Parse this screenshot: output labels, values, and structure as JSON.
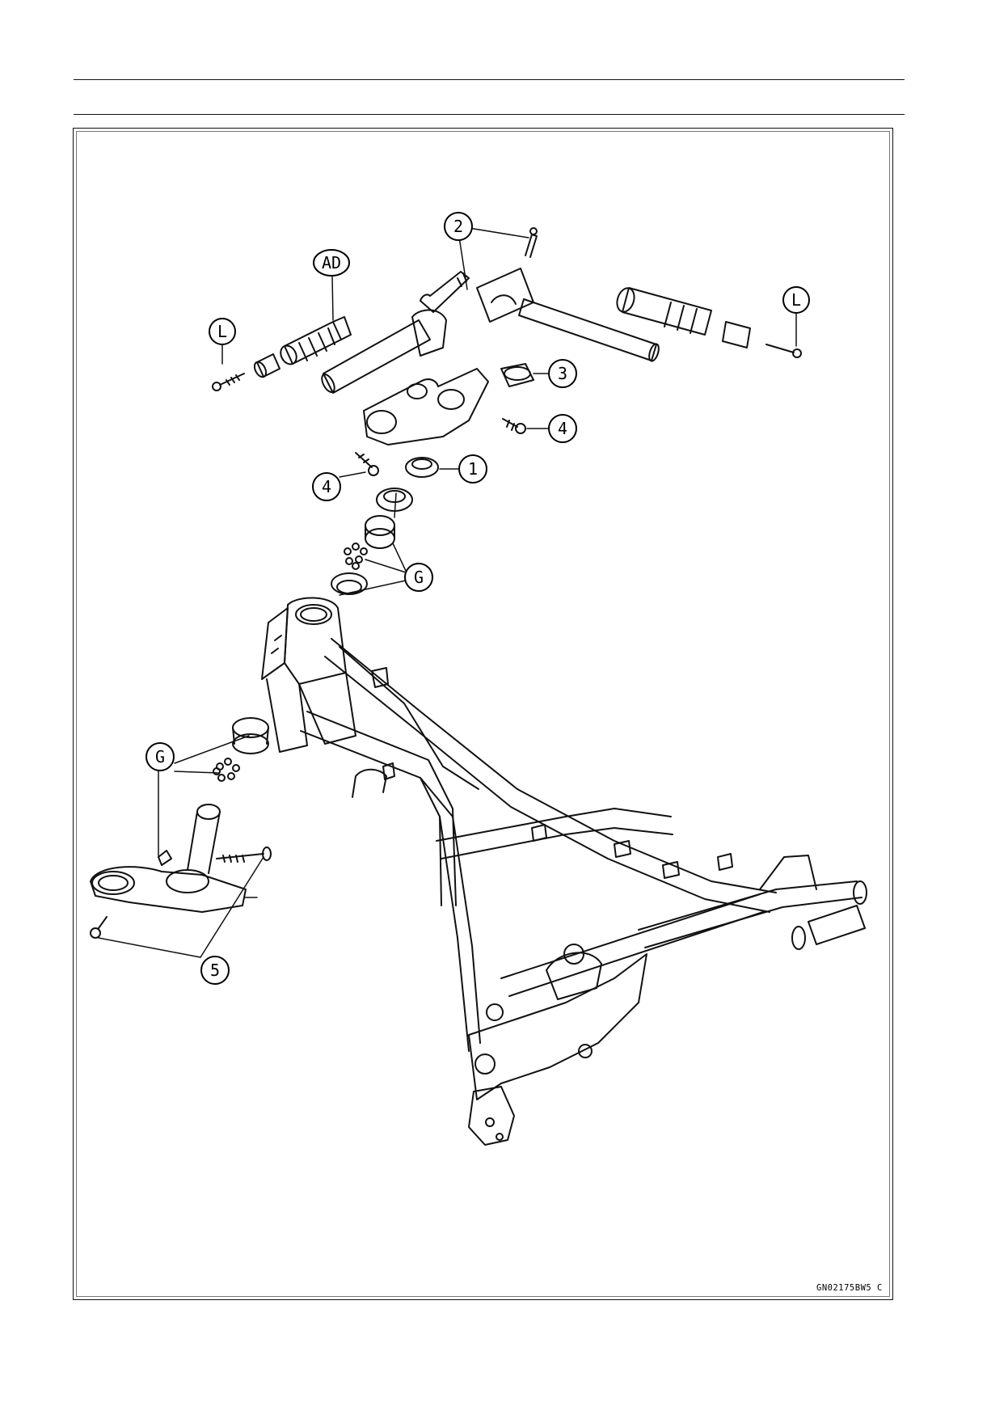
{
  "figure": {
    "code": "GN02175BW5 C",
    "callouts": [
      {
        "id": "callout-1",
        "label": "1"
      },
      {
        "id": "callout-2",
        "label": "2"
      },
      {
        "id": "callout-3",
        "label": "3"
      },
      {
        "id": "callout-4-right",
        "label": "4"
      },
      {
        "id": "callout-4-left",
        "label": "4"
      },
      {
        "id": "callout-5",
        "label": "5"
      },
      {
        "id": "callout-ad",
        "label": "AD"
      },
      {
        "id": "callout-l-left",
        "label": "L"
      },
      {
        "id": "callout-l-right",
        "label": "L"
      },
      {
        "id": "callout-g-upper",
        "label": "G"
      },
      {
        "id": "callout-g-lower",
        "label": "G"
      }
    ]
  },
  "colors": {
    "line": "#111111",
    "background": "#ffffff"
  }
}
